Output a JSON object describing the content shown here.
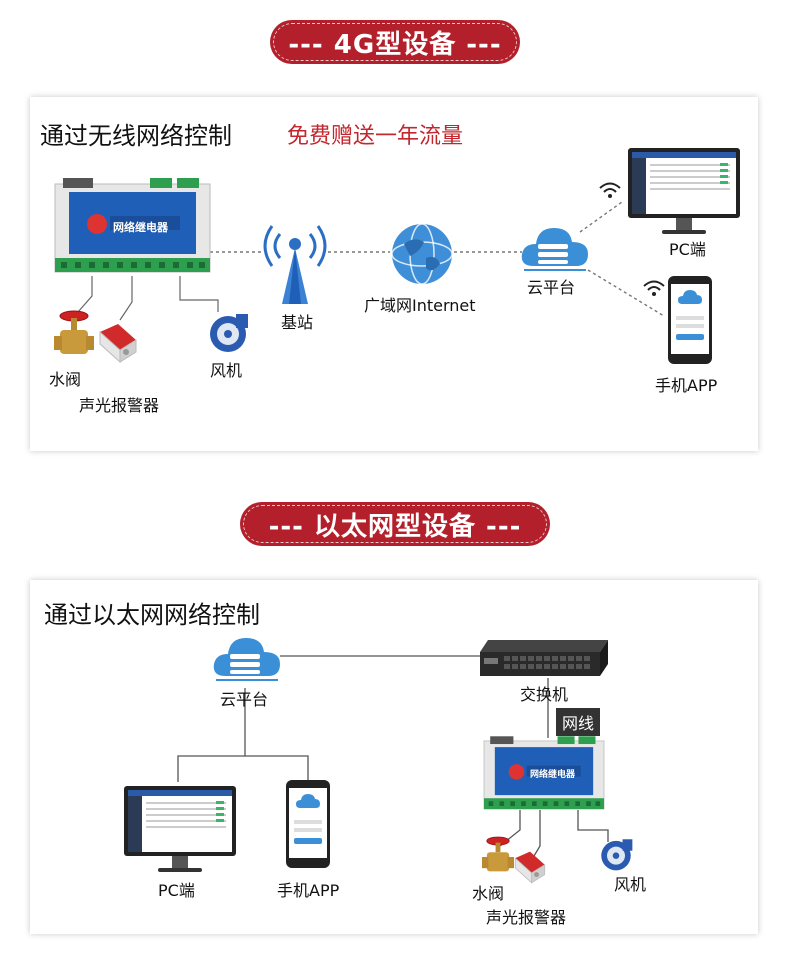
{
  "section_4g": {
    "banner": "--- 4G型设备 ---",
    "heading": "通过无线网络控制",
    "promo": "免费赠送一年流量",
    "labels": {
      "base_station": "基站",
      "internet": "广域网Internet",
      "cloud": "云平台",
      "pc": "PC端",
      "phone": "手机APP",
      "valve": "水阀",
      "alarm": "声光报警器",
      "fan": "风机"
    },
    "relay_title": "网络继电器"
  },
  "section_eth": {
    "banner": "--- 以太网型设备 ---",
    "heading": "通过以太网网络控制",
    "labels": {
      "cloud": "云平台",
      "switch": "交换机",
      "cable": "网线",
      "pc": "PC端",
      "phone": "手机APP",
      "valve": "水阀",
      "alarm": "声光报警器",
      "fan": "风机"
    },
    "relay_title": "网络继电器"
  },
  "colors": {
    "banner_red": "#b3202b",
    "promo_red": "#c1272d",
    "cloud_blue": "#3a8fd6",
    "relay_blue": "#1f5fb8",
    "terminal_green": "#2e9e4f"
  }
}
